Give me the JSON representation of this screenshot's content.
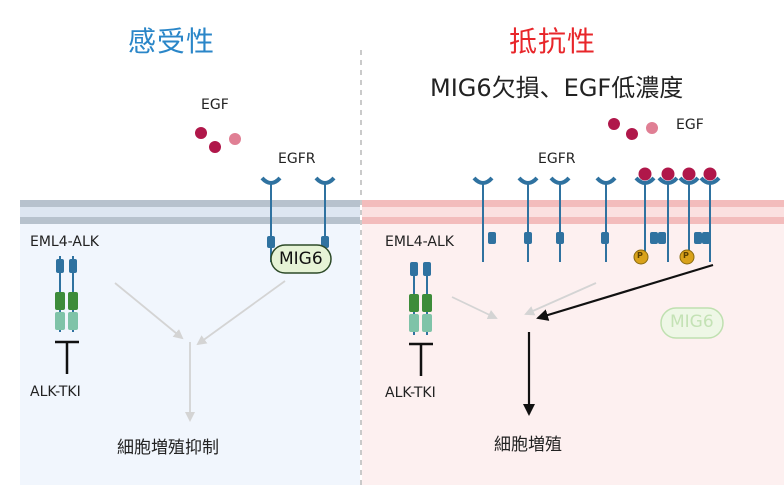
{
  "left_panel": {
    "title": "感受性",
    "title_color": "#2a86c8",
    "ligand_label": "EGF",
    "receptor_label": "EGFR",
    "fusion_label": "EML4-ALK",
    "mig6_label": "MIG6",
    "inhibitor_label": "ALK-TKI",
    "outcome_label": "細胞増殖抑制"
  },
  "right_panel": {
    "title": "抵抗性",
    "title_color": "#e8262a",
    "subtitle": "MIG6欠損、EGF低濃度",
    "ligand_label": "EGF",
    "receptor_label": "EGFR",
    "fusion_label": "EML4-ALK",
    "mig6_label": "MIG6",
    "inhibitor_label": "ALK-TKI",
    "outcome_label": "細胞増殖",
    "phospho_label": "P"
  },
  "colors": {
    "receptor": "#2f72a0",
    "egf_dark": "#b0174a",
    "egf_light": "#e07f94",
    "alk_dark": "#3d8c3a",
    "alk_light": "#7fc3a8",
    "phospho": "#d9a21a",
    "mig6_fill": "#e6f3d6",
    "mig6_stroke": "#2d4a28"
  }
}
